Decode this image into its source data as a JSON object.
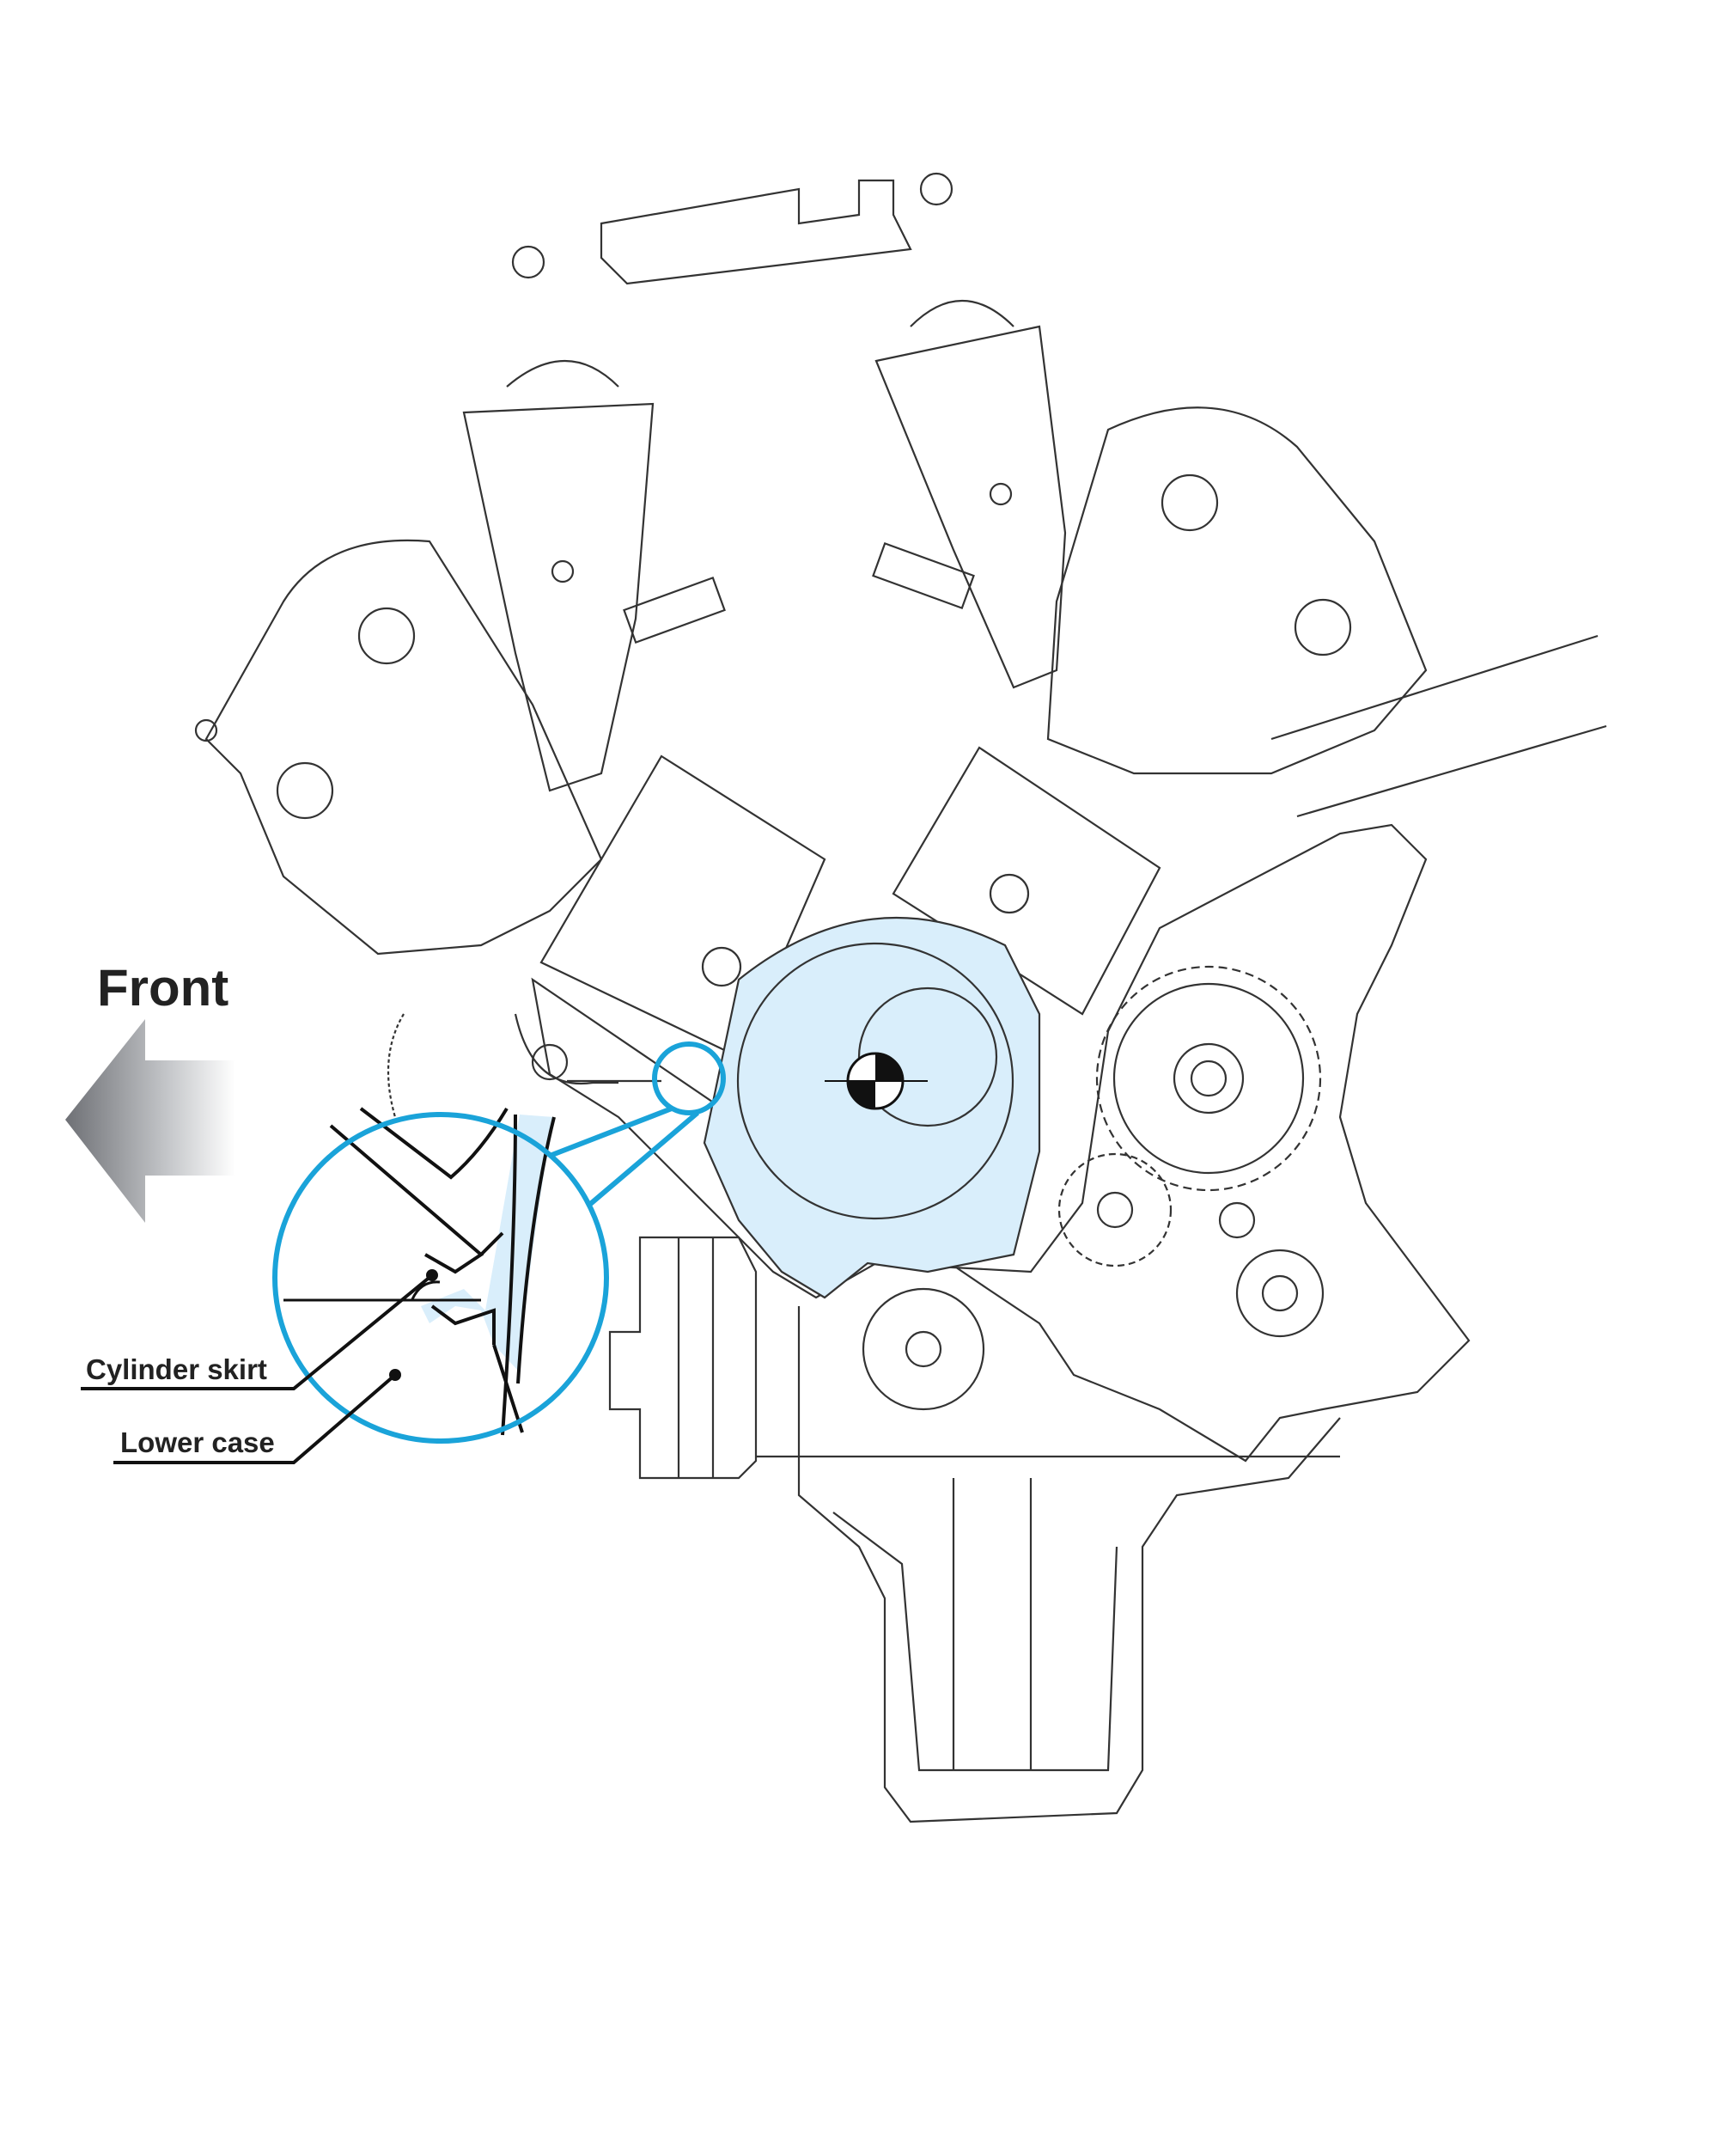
{
  "direction": {
    "label": "Front",
    "icon": "arrow-left-icon"
  },
  "callouts": [
    {
      "label": "Cylinder skirt"
    },
    {
      "label": "Lower case"
    }
  ],
  "colors": {
    "highlight": "#1aa3d9",
    "fill": "#d9eefb",
    "line": "#333333"
  }
}
